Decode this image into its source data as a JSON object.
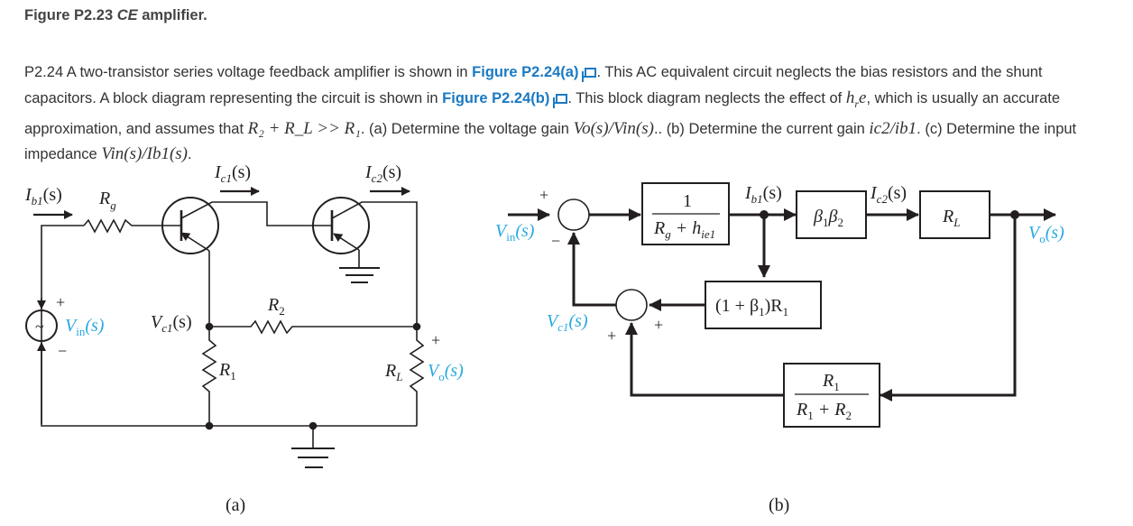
{
  "figure_title": {
    "prefix": "Figure P2.23 ",
    "italic": "CE",
    "suffix": " amplifier."
  },
  "problem": {
    "t1": "P2.24 A two-transistor series voltage feedback amplifier is shown in ",
    "link_a": "Figure P2.24(a)",
    "t2": ". This AC equivalent circuit neglects the bias resistors and the shunt capacitors. A block diagram representing the circuit is shown in ",
    "link_b": "Figure P2.24(b)",
    "t3": ". This block diagram neglects the effect of ",
    "hre": "h",
    "hre_sub": "r",
    "hre_e": "e",
    "t4": ", which is usually an accurate approximation, and assumes that ",
    "assump": "R₂ + R_L >> R₁",
    "t5": ". (a) Determine the voltage gain ",
    "gain": "Vo(s)/Vin(s)",
    "t6": ".. (b) Determine the current gain ",
    "cgain": "ic2/ib1",
    "t7": ". (c) Determine the input impedance ",
    "imp": "Vin(s)/Ib1(s)",
    "t8": "."
  },
  "colors": {
    "accent": "#1b7ac2",
    "signal_label": "#29a9e1",
    "line": "#231f20"
  },
  "circuit_a": {
    "caption": "(a)",
    "labels": {
      "ib1": "I",
      "ib1_sub": "b1",
      "ib1_tail": "(s)",
      "ic1": "I",
      "ic1_sub": "c1",
      "ic1_tail": "(s)",
      "ic2": "I",
      "ic2_sub": "c2",
      "ic2_tail": "(s)",
      "rg": "R",
      "rg_sub": "g",
      "r2": "R",
      "r2_sub": "2",
      "r1": "R",
      "r1_sub": "1",
      "rl": "R",
      "rl_sub": "L",
      "vc1": "V",
      "vc1_sub": "c1",
      "vc1_tail": "(s)",
      "vin": "V",
      "vin_sub": "in",
      "vin_tail": "(s)",
      "vo": "V",
      "vo_sub": "o",
      "vo_tail": "(s)",
      "plus": "+",
      "minus": "−",
      "tilde": "~"
    }
  },
  "block_b": {
    "caption": "(b)",
    "blocks": {
      "input_num": "1",
      "input_den_a": "R",
      "input_den_a_sub": "g",
      "input_den_b": " + h",
      "input_den_b_sub": "ie1",
      "beta": "β",
      "beta1_sub": "1",
      "beta2_sub": "2",
      "rl": "R",
      "rl_sub": "L",
      "fb1_a": "(1 + β",
      "fb1_sub": "1",
      "fb1_b": ")R",
      "fb1_sub2": "1",
      "fb2_num": "R",
      "fb2_num_sub": "1",
      "fb2_den_a": "R",
      "fb2_den_sub1": "1",
      "fb2_den_b": " + R",
      "fb2_den_sub2": "2"
    },
    "signals": {
      "vin": "V",
      "vin_sub": "in",
      "vin_tail": "(s)",
      "ib1": "I",
      "ib1_sub": "b1",
      "ib1_tail": "(s)",
      "ic2": "I",
      "ic2_sub": "c2",
      "ic2_tail": "(s)",
      "vo": "V",
      "vo_sub": "o",
      "vo_tail": "(s)",
      "vc1": "V",
      "vc1_sub": "c1",
      "vc1_tail": "(s)",
      "plus": "+",
      "minus": "−"
    }
  }
}
